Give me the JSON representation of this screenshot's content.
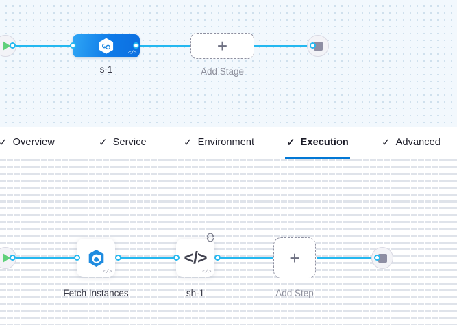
{
  "stage_canvas": {
    "name": "pipeline-stage-canvas",
    "start_node": {
      "icon": "play-icon",
      "title": "Start"
    },
    "end_node": {
      "icon": "stop-icon",
      "title": "End"
    },
    "stages": [
      {
        "id": "s-1",
        "label": "s-1",
        "icon": "harness-hexagon-infinity-icon",
        "code_badge": "</>",
        "type": "deployment-stage",
        "color": "#0e7ae8"
      }
    ],
    "add_stage": {
      "label": "Add Stage",
      "icon": "plus-icon"
    }
  },
  "tabs": {
    "name": "stage-config-tabs",
    "items": [
      {
        "id": "overview",
        "label": "Overview",
        "tick": "✓",
        "active": false
      },
      {
        "id": "service",
        "label": "Service",
        "tick": "✓",
        "active": false
      },
      {
        "id": "environment",
        "label": "Environment",
        "tick": "✓",
        "active": false
      },
      {
        "id": "execution",
        "label": "Execution",
        "tick": "✓",
        "active": true
      },
      {
        "id": "advanced",
        "label": "Advanced",
        "tick": "✓",
        "active": false
      }
    ],
    "active_id": "execution",
    "active_underline_color": "#0278d5"
  },
  "step_canvas": {
    "name": "pipeline-execution-canvas",
    "start_node": {
      "icon": "play-icon",
      "title": "Start"
    },
    "end_node": {
      "icon": "stop-icon",
      "title": "End"
    },
    "steps": [
      {
        "id": "fetch-instances",
        "label": "Fetch Instances",
        "icon": "harness-swirl-hexagon-icon",
        "code_badge": "</>",
        "has_loop": false
      },
      {
        "id": "sh-1",
        "label": "sh-1",
        "icon": "shell-script-code-icon",
        "glyph": "</>",
        "code_badge": "</>",
        "has_loop": true,
        "loop_icon": "looping-strategy-icon"
      }
    ],
    "add_step": {
      "label": "Add Step",
      "icon": "plus-icon"
    }
  },
  "theme": {
    "edge_color": "#24b8f0",
    "stage_gradient_from": "#2fa6f5",
    "stage_gradient_to": "#0d6fe0",
    "accent_blue": "#0278d5",
    "start_icon_color": "#5fd07a",
    "stop_icon_color": "#8e8ea3",
    "canvas_top_bg": "#f2f8fd",
    "canvas_bottom_bg": "#ffffff"
  }
}
